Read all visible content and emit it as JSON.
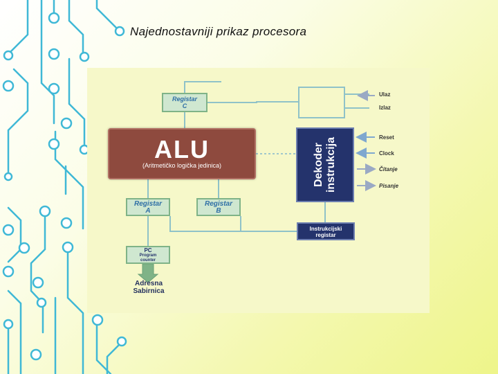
{
  "slide": {
    "title": "Najednostavniji prikaz procesora"
  },
  "diagram": {
    "register_c": {
      "line1": "Registar",
      "line2": "C"
    },
    "alu": {
      "title": "ALU",
      "subtitle": "(Aritmetičko logička jedinica)"
    },
    "register_a": {
      "line1": "Registar",
      "line2": "A"
    },
    "register_b": {
      "line1": "Registar",
      "line2": "B"
    },
    "dekoder": {
      "line1": "Dekoder",
      "line2": "instrukcija"
    },
    "instruction_register": {
      "line1": "Instrukcijski",
      "line2": "registar"
    },
    "pc": {
      "line1": "PC",
      "line2": "Program",
      "line3": "counter"
    },
    "address_bus": {
      "line1": "Adresna",
      "line2": "Sabirnica"
    },
    "signals": {
      "ulaz": "Ulaz",
      "izlaz": "Izlaz",
      "reset": "Reset",
      "clock": "Clock",
      "citanje": "Čitanje",
      "pisanje": "Pisanje"
    }
  },
  "colors": {
    "alu_fill": "#8e4a3e",
    "register_fill": "#cfe7d0",
    "register_border": "#7fb387",
    "decoder_fill": "#24336c",
    "line_color": "#8fc2c8",
    "arrow_color": "#7fa8cf",
    "circuit_color": "#3fb8d6"
  }
}
